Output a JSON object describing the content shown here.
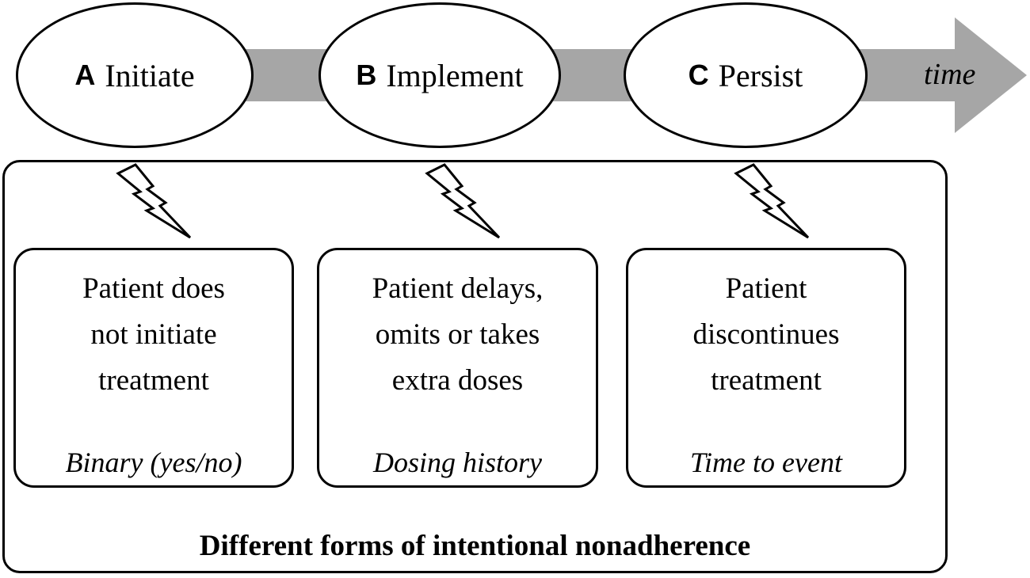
{
  "timeline": {
    "axis_label": "time",
    "arrow_color": "#a6a6a6",
    "stages": [
      {
        "letter": "A",
        "name": "Initiate"
      },
      {
        "letter": "B",
        "name": "Implement"
      },
      {
        "letter": "C",
        "name": "Persist"
      }
    ]
  },
  "cards": [
    {
      "lines": [
        "Patient does",
        "not initiate",
        "treatment"
      ],
      "measure": "Binary (yes/no)"
    },
    {
      "lines": [
        "Patient delays,",
        "omits or takes",
        "extra doses"
      ],
      "measure": "Dosing history"
    },
    {
      "lines": [
        "Patient",
        "discontinues",
        "treatment"
      ],
      "measure": "Time to event"
    }
  ],
  "footer": {
    "label": "Different forms of intentional nonadherence"
  },
  "icons": {
    "bolt": "lightning-bolt-icon",
    "arrow": "timeline-arrow"
  }
}
